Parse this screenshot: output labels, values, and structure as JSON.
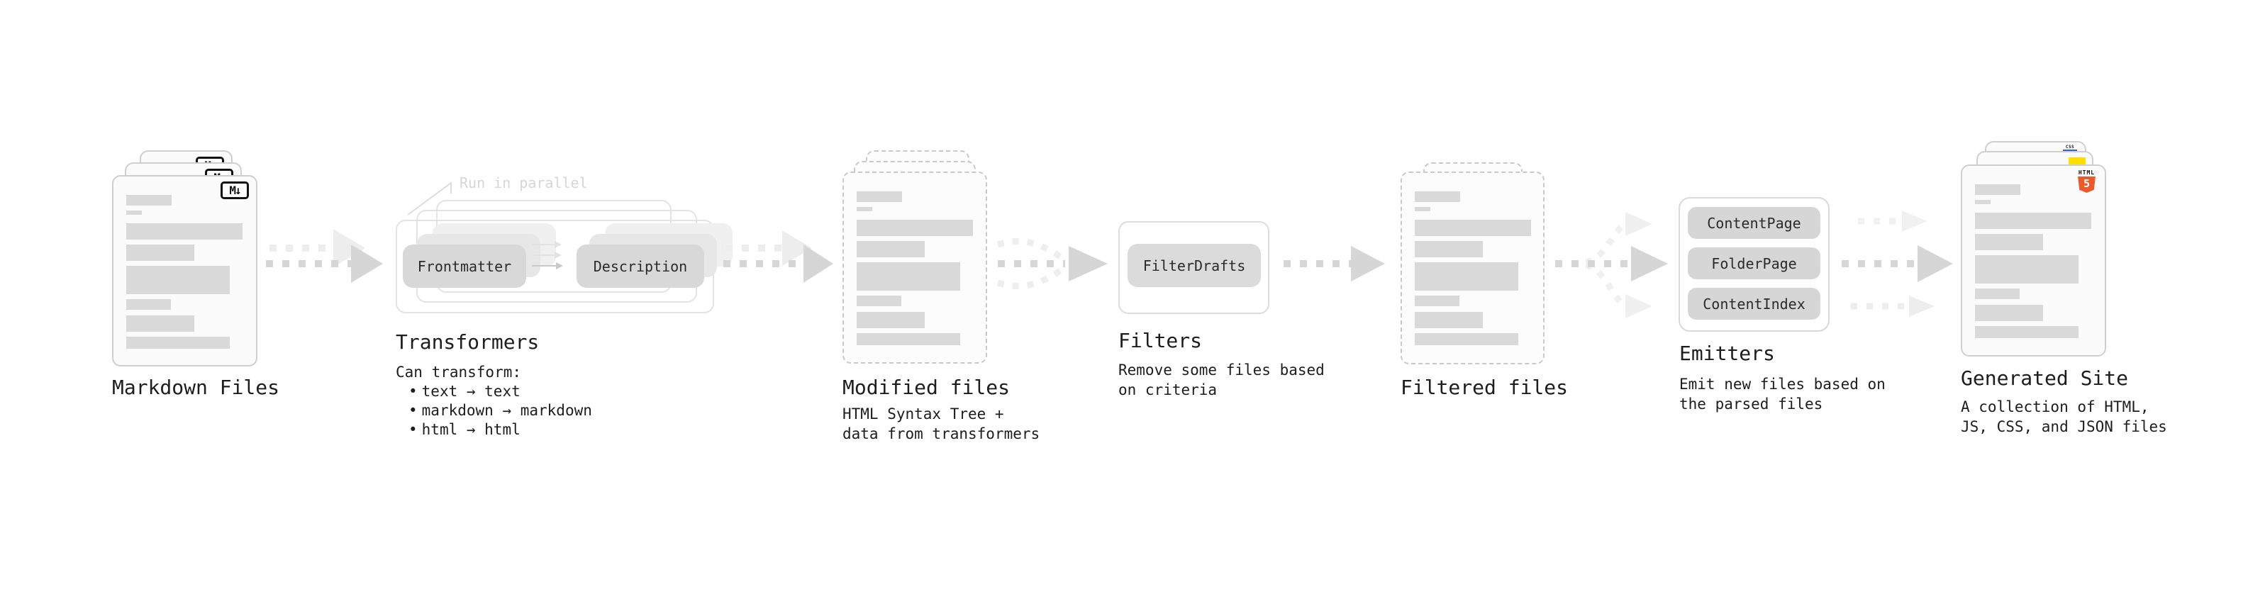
{
  "stages": {
    "markdown_files": {
      "title": "Markdown Files",
      "file_icon": "M↓"
    },
    "transformers": {
      "title": "Transformers",
      "note": "Run in parallel",
      "pill_left": "Frontmatter",
      "pill_right": "Description",
      "body_heading": "Can transform:",
      "bullet_char": "•",
      "bullets": [
        "text → text",
        "markdown → markdown",
        "html → html"
      ]
    },
    "modified_files": {
      "title": "Modified files",
      "subtitle": "HTML Syntax Tree +\ndata from transformers"
    },
    "filters": {
      "title": "Filters",
      "pill": "FilterDrafts",
      "subtitle": "Remove some files based\non criteria"
    },
    "filtered_files": {
      "title": "Filtered files"
    },
    "emitters": {
      "title": "Emitters",
      "pills": [
        "ContentPage",
        "FolderPage",
        "ContentIndex"
      ],
      "subtitle": "Emit new files based on\nthe parsed files"
    },
    "generated_site": {
      "title": "Generated Site",
      "subtitle": "A collection of HTML,\nJS, CSS, and JSON files",
      "html5_label": "HTML",
      "html5_number": "5",
      "css_label": "CSS"
    }
  },
  "colors": {
    "html5_orange": "#ea5b2c",
    "js_yellow": "#ffdf00",
    "css_blue": "#2c5bff",
    "bar_gray": "#d9d9d9",
    "arrow_gray": "#d6d6d6",
    "arrow_light": "#ededed"
  }
}
